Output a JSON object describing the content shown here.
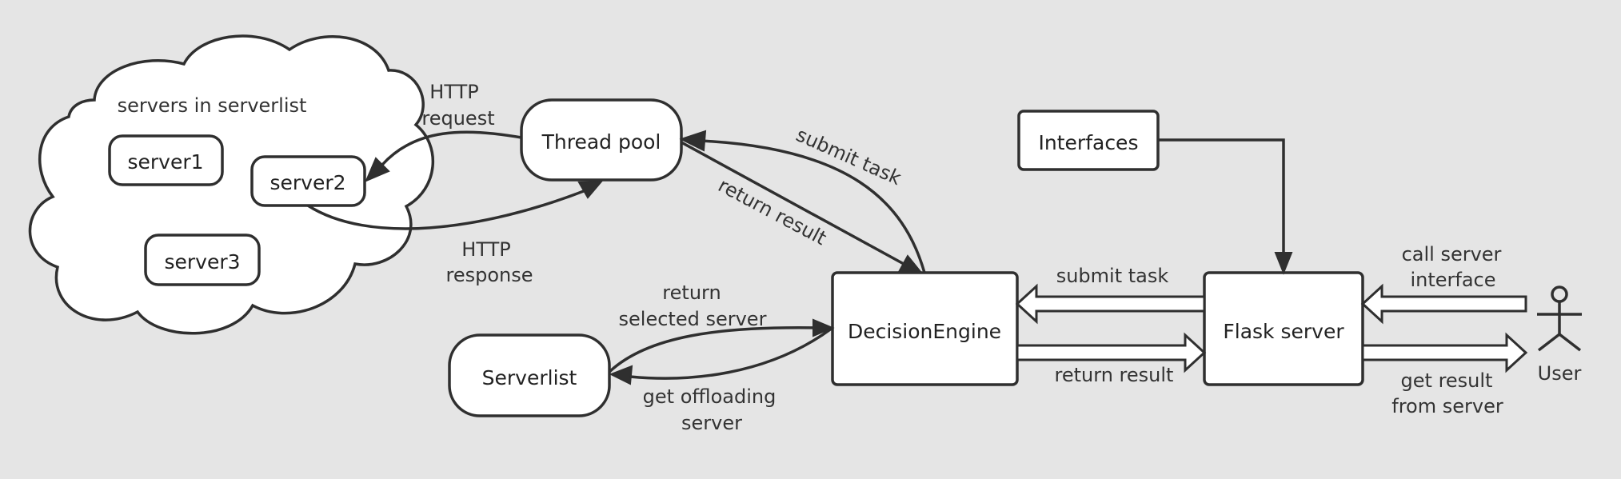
{
  "cloud": {
    "title": "servers in serverlist",
    "servers": [
      "server1",
      "server2",
      "server3"
    ]
  },
  "nodes": {
    "thread_pool": "Thread pool",
    "interfaces": "Interfaces",
    "decision_engine": "DecisionEngine",
    "flask_server": "Flask server",
    "serverlist": "Serverlist",
    "user": "User"
  },
  "edges": {
    "http_request": [
      "HTTP",
      "request"
    ],
    "http_response": [
      "HTTP",
      "response"
    ],
    "submit_task_pool": "submit task",
    "return_result_pool": "return result",
    "return_selected": [
      "return",
      "selected server"
    ],
    "get_offloading": [
      "get offloading",
      "server"
    ],
    "submit_task_flask": "submit task",
    "return_result_flask": "return result",
    "call_interface": [
      "call server",
      "interface"
    ],
    "get_result": [
      "get result",
      "from server"
    ]
  }
}
